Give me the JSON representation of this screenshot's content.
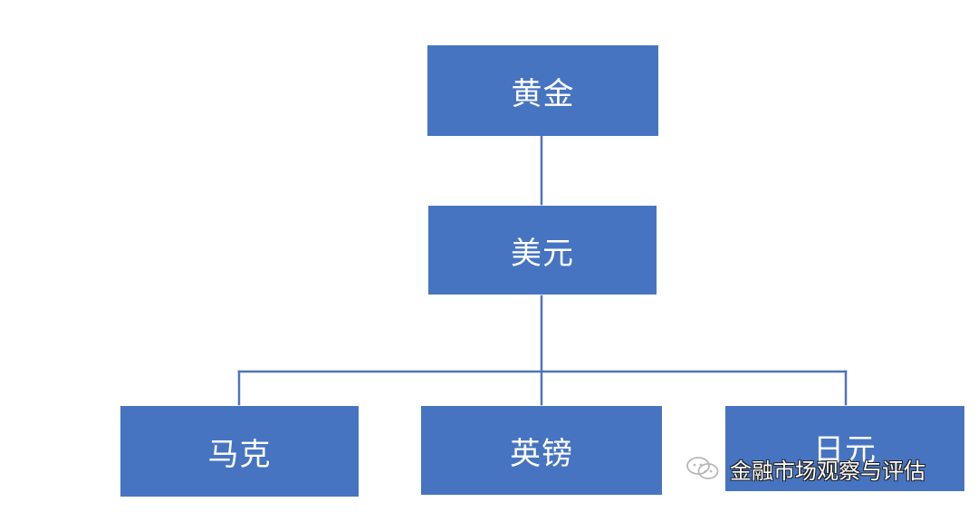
{
  "diagram": {
    "root": "黄金",
    "middle": "美元",
    "children": [
      "马克",
      "英镑",
      "日元"
    ],
    "node_color": "#4674c1",
    "line_color": "#4f73c0"
  },
  "watermark": {
    "icon": "wechat-icon",
    "text": "金融市场观察与评估"
  }
}
